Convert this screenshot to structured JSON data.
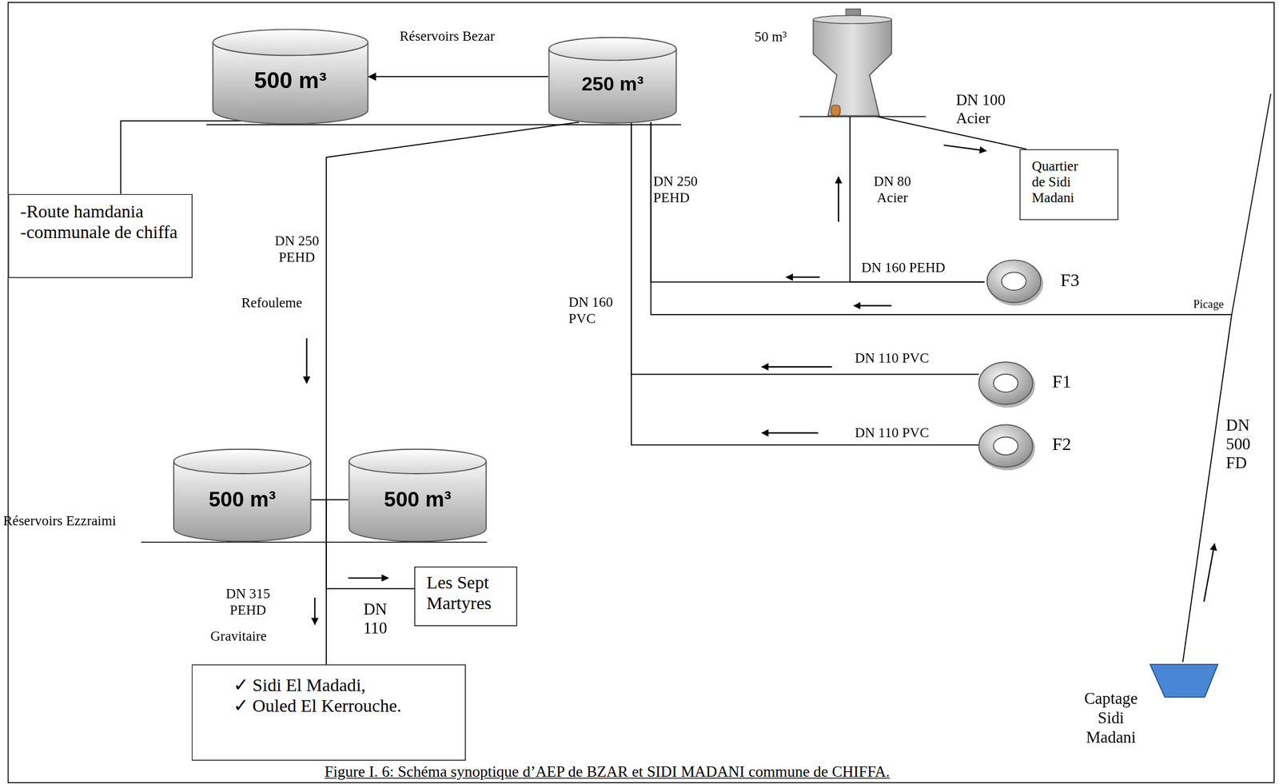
{
  "diagram": {
    "caption": "Figure I. 6: Schéma synoptique d’AEP de BZAR et SIDI MADANI commune de CHIFFA.",
    "nodes": [
      {
        "text": [
          "500 m³"
        ]
      },
      {
        "text": [
          "250 m³"
        ]
      },
      {
        "text": [
          "50 m³"
        ]
      },
      {
        "text": [
          "Quartier de Sidi Madani"
        ]
      },
      {
        "text": [
          "-Route hamdania",
          "-communale de chiffa"
        ]
      },
      {
        "text": [
          "F3"
        ]
      },
      {
        "text": [
          "F1"
        ]
      },
      {
        "text": [
          "F2"
        ]
      },
      {
        "text": [
          "500 m³"
        ]
      },
      {
        "text": [
          "500 m³"
        ]
      },
      {
        "text": [
          "Les Sept Martyres"
        ]
      },
      {
        "text": [
          "✓ Sidi El Madadi,",
          "✓ Ouled El Kerrouche."
        ]
      },
      {
        "text": [
          "Captage Sidi Madani"
        ]
      }
    ],
    "edges": [
      {
        "from": 1,
        "to": 0,
        "arrow": "to"
      },
      {
        "from": 0,
        "to": 4,
        "arrow": "none"
      },
      {
        "from": 1,
        "to": 8,
        "arrow": "none"
      },
      {
        "from": 8,
        "to": 9,
        "arrow": "none"
      },
      {
        "from": 8,
        "to": 11,
        "arrow": "none"
      },
      {
        "from": 8,
        "to": 10,
        "arrow": "none"
      },
      {
        "from": 5,
        "to": 1,
        "arrow": "none"
      },
      {
        "from": 6,
        "to": 1,
        "arrow": "none"
      },
      {
        "from": 7,
        "to": 1,
        "arrow": "none"
      },
      {
        "from": 12,
        "to": 1,
        "arrow": "none"
      },
      {
        "from": 5,
        "to": 2,
        "arrow": "none"
      },
      {
        "from": 2,
        "to": 3,
        "arrow": "none"
      }
    ],
    "labels": [
      "Réservoirs Bezar",
      "DN 100 Acier",
      "DN 250 PEHD",
      "DN 80 Acier",
      "DN 250 PEHD",
      "Refouleme",
      "DN 160 PVC",
      "DN 160 PEHD",
      "Picage",
      "DN 110 PVC",
      "DN 110 PVC",
      "DN 500 FD",
      "Réservoirs Ezzraimi",
      "DN 315 PEHD",
      "Gravitaire",
      "DN 110"
    ]
  }
}
